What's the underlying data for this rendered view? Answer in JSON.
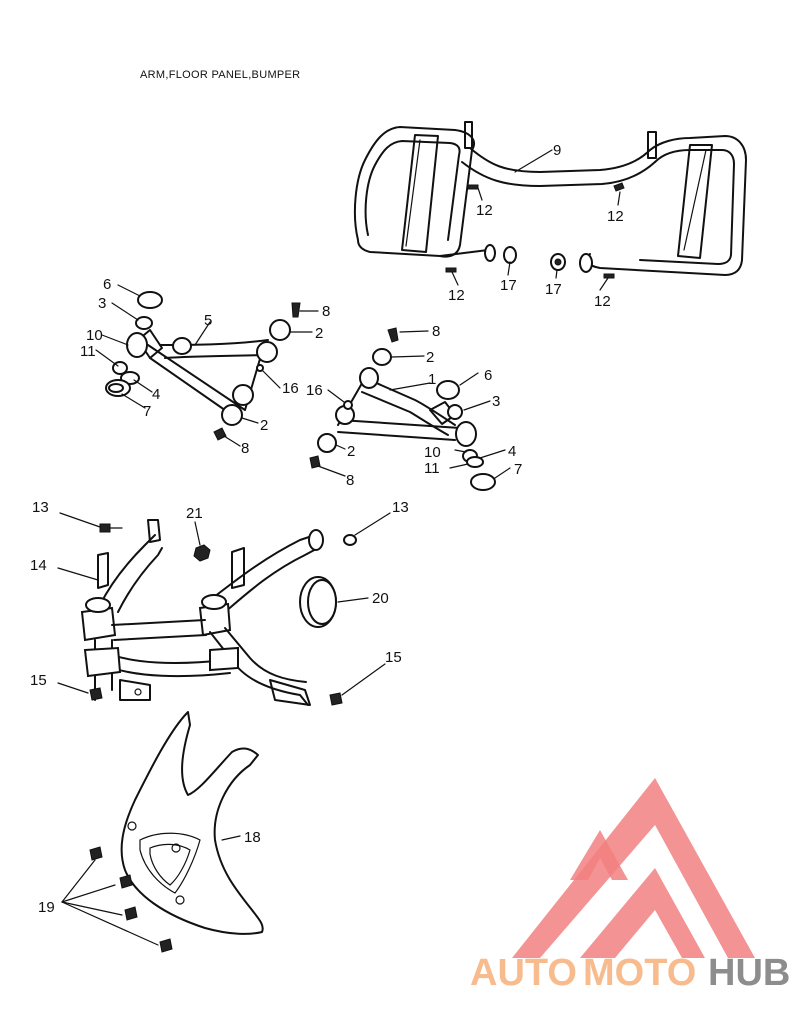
{
  "title": "ARM,FLOOR PANEL,BUMPER",
  "callouts": [
    {
      "id": "c9",
      "text": "9"
    },
    {
      "id": "c12a",
      "text": "12"
    },
    {
      "id": "c12b",
      "text": "12"
    },
    {
      "id": "c12c",
      "text": "12"
    },
    {
      "id": "c12d",
      "text": "12"
    },
    {
      "id": "c17a",
      "text": "17"
    },
    {
      "id": "c17b",
      "text": "17"
    },
    {
      "id": "c6a",
      "text": "6"
    },
    {
      "id": "c3a",
      "text": "3"
    },
    {
      "id": "c5",
      "text": "5"
    },
    {
      "id": "c8a",
      "text": "8"
    },
    {
      "id": "c2a",
      "text": "2"
    },
    {
      "id": "c10a",
      "text": "10"
    },
    {
      "id": "c11a",
      "text": "11"
    },
    {
      "id": "c4a",
      "text": "4"
    },
    {
      "id": "c7a",
      "text": "7"
    },
    {
      "id": "c16a",
      "text": "16"
    },
    {
      "id": "c2b",
      "text": "2"
    },
    {
      "id": "c8b",
      "text": "8"
    },
    {
      "id": "c8c",
      "text": "8"
    },
    {
      "id": "c2c",
      "text": "2"
    },
    {
      "id": "c1",
      "text": "1"
    },
    {
      "id": "c6b",
      "text": "6"
    },
    {
      "id": "c16b",
      "text": "16"
    },
    {
      "id": "c3b",
      "text": "3"
    },
    {
      "id": "c2d",
      "text": "2"
    },
    {
      "id": "c10b",
      "text": "10"
    },
    {
      "id": "c4b",
      "text": "4"
    },
    {
      "id": "c11b",
      "text": "11"
    },
    {
      "id": "c7b",
      "text": "7"
    },
    {
      "id": "c8d",
      "text": "8"
    },
    {
      "id": "c13a",
      "text": "13"
    },
    {
      "id": "c21",
      "text": "21"
    },
    {
      "id": "c13b",
      "text": "13"
    },
    {
      "id": "c14",
      "text": "14"
    },
    {
      "id": "c20",
      "text": "20"
    },
    {
      "id": "c15a",
      "text": "15"
    },
    {
      "id": "c15b",
      "text": "15"
    },
    {
      "id": "c18",
      "text": "18"
    },
    {
      "id": "c19",
      "text": "19"
    }
  ],
  "watermark": {
    "part1": "AUTO",
    "part2": "MOTO",
    "part3": "HUB",
    "color_light": "#f6b07a",
    "color_red": "#f28080",
    "color_gray": "#7a7a7a"
  }
}
